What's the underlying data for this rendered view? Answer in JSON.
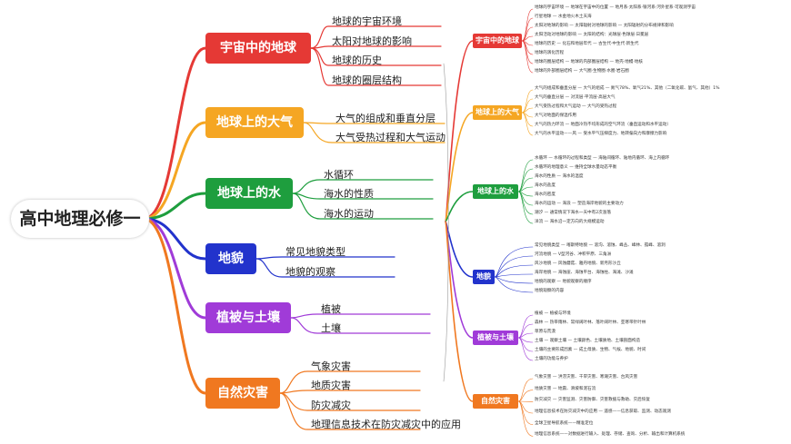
{
  "root": {
    "title": "高中地理必修一"
  },
  "branches": [
    {
      "key": "space",
      "label": "宇宙中的地球",
      "color": "#e53935",
      "leaves": [
        "地球的宇宙环境",
        "太阳对地球的影响",
        "地球的历史",
        "地球的圈层结构"
      ]
    },
    {
      "key": "atmos",
      "label": "地球上的大气",
      "color": "#f5a623",
      "leaves": [
        "大气的组成和垂直分层",
        "大气受热过程和大气运动"
      ]
    },
    {
      "key": "water",
      "label": "地球上的水",
      "color": "#1e9e3e",
      "leaves": [
        "水循环",
        "海水的性质",
        "海水的运动"
      ]
    },
    {
      "key": "land",
      "label": "地貌",
      "color": "#2233cc",
      "leaves": [
        "常见地貌类型",
        "地貌的观察"
      ]
    },
    {
      "key": "veg",
      "label": "植被与土壤",
      "color": "#a03bd8",
      "leaves": [
        "植被",
        "土壤"
      ]
    },
    {
      "key": "disaster",
      "label": "自然灾害",
      "color": "#f07820",
      "leaves": [
        "气象灾害",
        "地质灾害",
        "防灾减灾",
        "地理信息技术在防灾减灾中的应用"
      ]
    }
  ],
  "right": [
    {
      "label": "宇宙中的地球",
      "color": "#e53935",
      "lines": [
        "地球的宇宙环境 — 地球在宇宙中的位置 — 地月系·太阳系·银河系·河外星系·可观测宇宙",
        "行星地球 — 水金地火木土天海",
        "太阳对地球的影响 — 太阳辐射对地球的影响 — 太阳辐射的分布规律和影响",
        "太阳活动对地球的影响 — 太阳的结构：光球层·色球层·日冕层",
        "地球的历史 — 化石和地层年代 — 古生代·中生代·新生代",
        "地球的演化历程",
        "地球的圈层结构 — 地球的内部圈层结构 — 地壳·地幔·地核",
        "地球的外部圈层结构 — 大气圈·生物圈·水圈·岩石圈"
      ]
    },
    {
      "label": "地球上的大气",
      "color": "#f5a623",
      "lines": [
        "大气的组成和垂直分层 — 大气的组成 — 氮气78%、氧气21%、其他（二氧化碳、氩气、其他）1%",
        "大气的垂直分层 — 对流层·平流层·高层大气",
        "大气受热过程和大气运动 — 大气的受热过程",
        "大气对地面的保温作用",
        "大气的热力环流 — 地面冷热不均形成的空气环流（垂直运动和水平运动）",
        "大气的水平运动——风 — 受水平气压梯度力、地转偏向力和摩擦力影响"
      ]
    },
    {
      "label": "地球上的水",
      "color": "#1e9e3e",
      "lines": [
        "水循环 — 水循环的过程和类型 — 海陆间循环、陆地内循环、海上内循环",
        "水循环的地理意义 — 维持全球水量动态平衡",
        "海水的性质 — 海水的温度",
        "海水的盐度",
        "海水的密度",
        "海水的运动 — 海浪 — 塑造海岸地貌的主要动力",
        "潮汐 — 通常情况下海水一天中有2次涨落",
        "洋流 — 海水沿一定方向的大规模运动"
      ]
    },
    {
      "label": "地貌",
      "color": "#2233cc",
      "lines": [
        "常见地貌类型 — 喀斯特地貌 — 溶沟、溶蚀、峰丛、峰林、孤峰、溶洞",
        "河流地貌 — V型河谷、冲积平原、三角洲",
        "风沙地貌 — 风蚀蘑菇、雅丹地貌、新月形沙丘",
        "海岸地貌 — 海蚀崖、海蚀平台、海蚀柱、海滩、沙滩",
        "地貌的观察 — 地貌观察的顺序",
        "地貌观察的内容"
      ]
    },
    {
      "label": "植被与土壤",
      "color": "#a03bd8",
      "lines": [
        "植被 — 植被与环境",
        "森林 — 热带雨林、常绿阔叶林、落叶阔叶林、亚寒带针叶林",
        "草原与荒漠",
        "土壤 — 观察土壤 — 土壤颜色、土壤质地、土壤剖面构造",
        "土壤的主要形成因素 — 成土母质、生物、气候、地貌、时间",
        "土壤的功能与养护"
      ]
    },
    {
      "label": "自然灾害",
      "color": "#f07820",
      "lines": [
        "气象灾害 — 洪涝灾害、干旱灾害、寒潮灾害、台风灾害",
        "地质灾害 — 地震、滑坡和泥石流",
        "防灾减灾 — 灾害监测、灾害防御、灾害救援与救助、灾后恢复",
        "地理信息技术在防灾减灾中的应用 — 遥感——信息获取、监测、动态观测",
        "全球卫星导航系统——精准定位",
        "地理信息系统——对数据进行输入、处理、存储、查询、分析、输出和计算机系统"
      ]
    }
  ]
}
